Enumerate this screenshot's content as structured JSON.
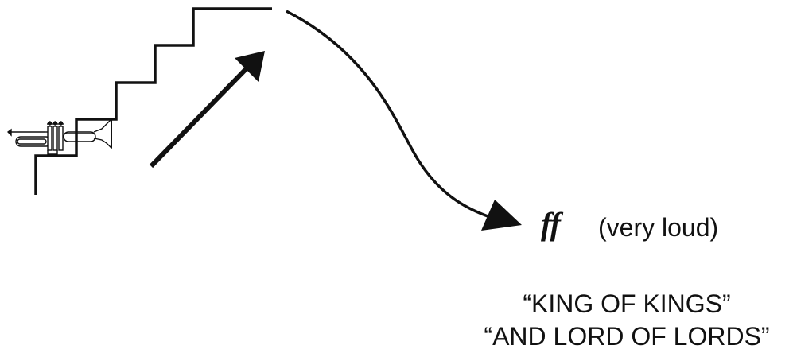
{
  "dynamic": {
    "marking": "ff",
    "description": "(very loud)"
  },
  "lyrics": [
    "“KING OF KINGS”",
    "“AND LORD OF LORDS”"
  ],
  "icons": {
    "instrument": "trumpet-icon",
    "rise": "diagonal-up-arrow",
    "fall": "curved-down-arrow"
  },
  "colors": {
    "ink": "#111111",
    "background": "#ffffff"
  }
}
